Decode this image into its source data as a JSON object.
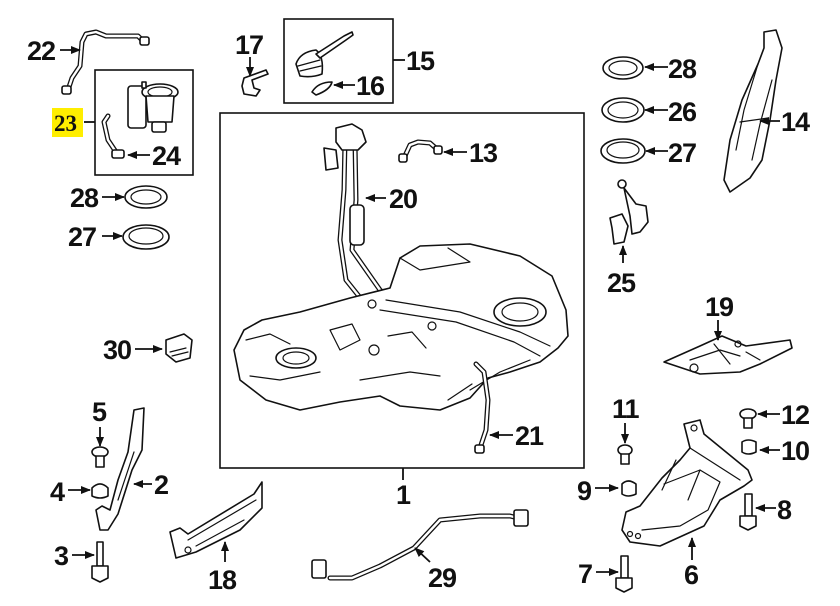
{
  "diagram": {
    "title": "Fuel Tank Assembly Parts Diagram",
    "highlight_color": "#ffee00",
    "highlighted_callout": "23",
    "callouts": {
      "c1": "1",
      "c2": "2",
      "c3": "3",
      "c4": "4",
      "c5": "5",
      "c6": "6",
      "c7": "7",
      "c8": "8",
      "c9": "9",
      "c10": "10",
      "c11": "11",
      "c12": "12",
      "c13": "13",
      "c14": "14",
      "c15": "15",
      "c16": "16",
      "c17": "17",
      "c18": "18",
      "c19": "19",
      "c20": "20",
      "c21": "21",
      "c22": "22",
      "c23": "23",
      "c24": "24",
      "c25": "25",
      "c26": "26",
      "c27a": "27",
      "c27b": "27",
      "c28a": "28",
      "c28b": "28",
      "c29": "29",
      "c30": "30"
    },
    "parts": [
      {
        "callout": "1",
        "name": "fuel-tank"
      },
      {
        "callout": "2",
        "name": "tank-strap"
      },
      {
        "callout": "3",
        "name": "strap-bolt"
      },
      {
        "callout": "4",
        "name": "strap-insulator"
      },
      {
        "callout": "5",
        "name": "strap-screw"
      },
      {
        "callout": "6",
        "name": "heat-shield"
      },
      {
        "callout": "7",
        "name": "shield-bolt"
      },
      {
        "callout": "8",
        "name": "shield-bolt-right"
      },
      {
        "callout": "9",
        "name": "shield-insulator"
      },
      {
        "callout": "10",
        "name": "shield-insulator-right"
      },
      {
        "callout": "11",
        "name": "shield-screw"
      },
      {
        "callout": "12",
        "name": "shield-screw-right"
      },
      {
        "callout": "13",
        "name": "vent-line"
      },
      {
        "callout": "14",
        "name": "tank-shield"
      },
      {
        "callout": "15",
        "name": "filler-cap-assembly"
      },
      {
        "callout": "16",
        "name": "cap-seal"
      },
      {
        "callout": "17",
        "name": "clip"
      },
      {
        "callout": "18",
        "name": "bracket"
      },
      {
        "callout": "19",
        "name": "upper-shield"
      },
      {
        "callout": "20",
        "name": "filler-pipe"
      },
      {
        "callout": "21",
        "name": "fuel-line"
      },
      {
        "callout": "22",
        "name": "feed-line"
      },
      {
        "callout": "23",
        "name": "fuel-pump-assembly"
      },
      {
        "callout": "24",
        "name": "pump-harness"
      },
      {
        "callout": "25",
        "name": "level-sensor"
      },
      {
        "callout": "26",
        "name": "seal-ring"
      },
      {
        "callout": "27",
        "name": "lock-ring"
      },
      {
        "callout": "28",
        "name": "gasket"
      },
      {
        "callout": "29",
        "name": "wiring-harness"
      },
      {
        "callout": "30",
        "name": "control-module"
      }
    ]
  }
}
